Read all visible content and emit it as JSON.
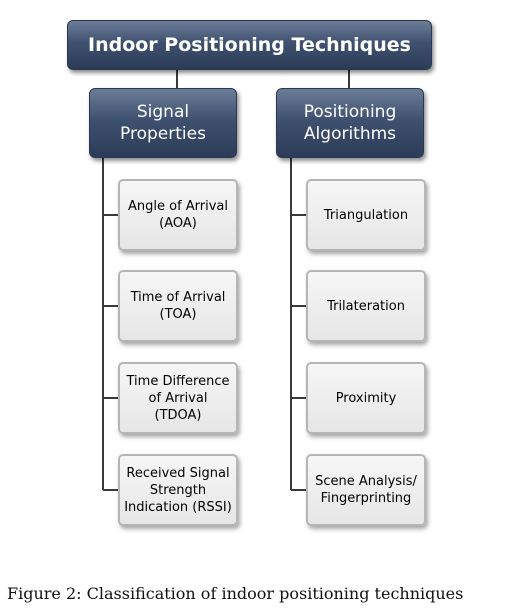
{
  "root": {
    "label": "Indoor Positioning Techniques"
  },
  "categories": [
    {
      "label_line1": "Signal",
      "label_line2": "Properties",
      "items": [
        {
          "lines": [
            "Angle of Arrival",
            "(AOA)"
          ]
        },
        {
          "lines": [
            "Time of Arrival",
            "(TOA)"
          ]
        },
        {
          "lines": [
            "Time Difference",
            "of Arrival",
            "(TDOA)"
          ]
        },
        {
          "lines": [
            "Received Signal",
            "Strength",
            "Indication (RSSI)"
          ]
        }
      ]
    },
    {
      "label_line1": "Positioning",
      "label_line2": "Algorithms",
      "items": [
        {
          "lines": [
            "Triangulation"
          ]
        },
        {
          "lines": [
            "Trilateration"
          ]
        },
        {
          "lines": [
            "Proximity"
          ]
        },
        {
          "lines": [
            "Scene Analysis/",
            "Fingerprinting"
          ]
        }
      ]
    }
  ],
  "caption": "Figure 2: Classification of indoor positioning techniques",
  "colors": {
    "header_fill": "#3f5170",
    "leaf_fill": "#ececec",
    "connector": "#3a3a3a"
  }
}
